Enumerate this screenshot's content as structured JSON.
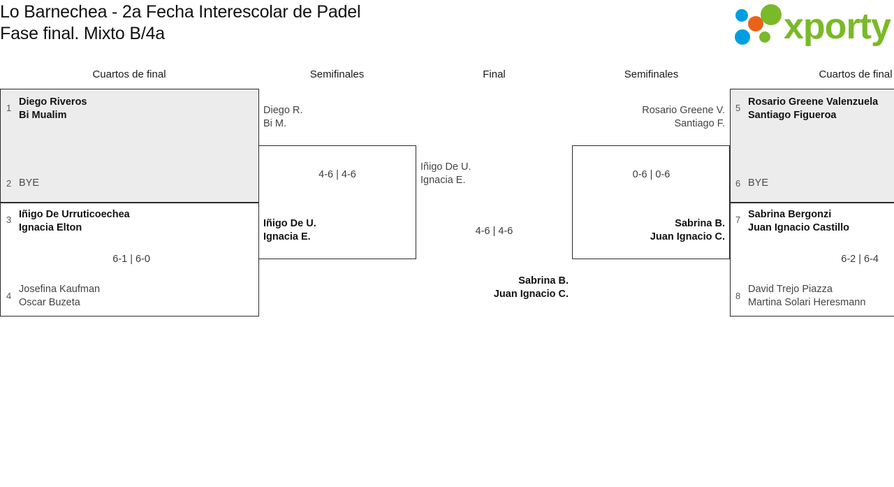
{
  "header": {
    "title_line1": "Lo Barnechea - 2a Fecha Interescolar de Padel",
    "title_line2": "Fase final. Mixto B/4a",
    "logo_text": "xporty",
    "logo_colors": {
      "green": "#7ab929",
      "blue": "#009ee0",
      "orange": "#e8621a"
    }
  },
  "rounds": [
    {
      "label": "Cuartos de final"
    },
    {
      "label": "Semifinales"
    },
    {
      "label": "Final"
    },
    {
      "label": "Semifinales"
    },
    {
      "label": "Cuartos de final"
    }
  ],
  "bracket": {
    "quarterfinals_left": [
      {
        "top": {
          "seed": "1",
          "line1": "Diego Riveros",
          "line2": "Bi Mualim",
          "result": "winner"
        },
        "bottom": {
          "seed": "2",
          "line1": "BYE",
          "line2": "",
          "result": "bye"
        },
        "score": ""
      },
      {
        "top": {
          "seed": "3",
          "line1": "Iñigo De Urruticoechea",
          "line2": "Ignacia Elton",
          "result": "winner"
        },
        "bottom": {
          "seed": "4",
          "line1": "Josefina Kaufman",
          "line2": "Oscar Buzeta",
          "result": "loser"
        },
        "score": "6-1 | 6-0"
      }
    ],
    "semifinal_left": {
      "top": {
        "line1": "Diego R.",
        "line2": "Bi M.",
        "result": "loser"
      },
      "bottom": {
        "line1": "Iñigo De U.",
        "line2": "Ignacia E.",
        "result": "winner"
      },
      "score": "4-6 | 4-6"
    },
    "final": {
      "top": {
        "line1": "Iñigo De U.",
        "line2": "Ignacia E.",
        "result": "loser"
      },
      "bottom": {
        "line1": "Sabrina B.",
        "line2": "Juan Ignacio C.",
        "result": "winner"
      },
      "score": "4-6 | 4-6"
    },
    "semifinal_right": {
      "top": {
        "line1": "Rosario Greene V.",
        "line2": "Santiago F.",
        "result": "loser"
      },
      "bottom": {
        "line1": "Sabrina B.",
        "line2": "Juan Ignacio C.",
        "result": "winner"
      },
      "score": "0-6 | 0-6"
    },
    "quarterfinals_right": [
      {
        "top": {
          "seed": "5",
          "line1": "Rosario Greene Valenzuela",
          "line2": "Santiago Figueroa",
          "result": "winner"
        },
        "bottom": {
          "seed": "6",
          "line1": "BYE",
          "line2": "",
          "result": "bye"
        },
        "score": ""
      },
      {
        "top": {
          "seed": "7",
          "line1": "Sabrina Bergonzi",
          "line2": "Juan Ignacio Castillo",
          "result": "winner"
        },
        "bottom": {
          "seed": "8",
          "line1": "David Trejo Piazza",
          "line2": "Martina Solari Heresmann",
          "result": "loser"
        },
        "score": "6-2 | 6-4"
      }
    ]
  }
}
